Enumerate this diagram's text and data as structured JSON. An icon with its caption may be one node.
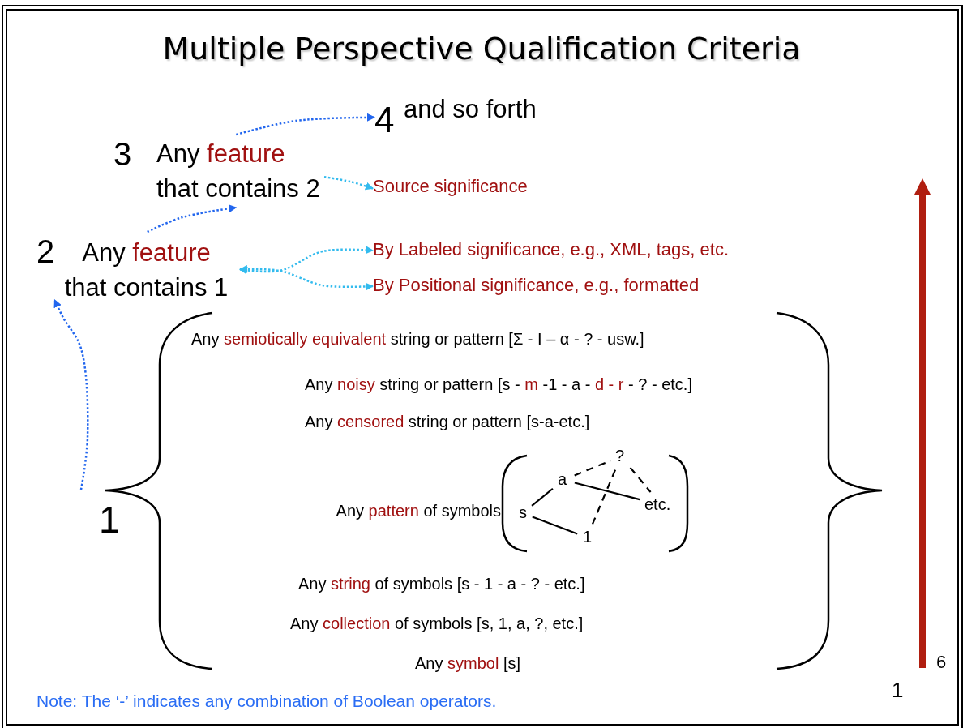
{
  "diagram": {
    "title": "Multiple Perspective Qualification Criteria",
    "nodes": [
      {
        "text": [
          "4",
          "and so forth"
        ]
      },
      {
        "text": [
          "3",
          "Any **feature** that contains 2"
        ]
      },
      {
        "text": [
          "Source significance"
        ]
      },
      {
        "text": [
          "2",
          "Any **feature** that contains 1"
        ]
      },
      {
        "text": [
          "By Labeled significance, e.g., XML, tags, etc."
        ]
      },
      {
        "text": [
          "By Positional significance, e.g., formatted"
        ]
      },
      {
        "text": [
          "1"
        ]
      },
      {
        "text": [
          "?"
        ],
        "in": 6
      },
      {
        "text": [
          "a"
        ],
        "in": 6
      },
      {
        "text": [
          "etc."
        ],
        "in": 6
      },
      {
        "text": [
          "s"
        ],
        "in": 6
      },
      {
        "text": [
          "1"
        ],
        "in": 6
      }
    ],
    "edges": [
      {
        "from": 1,
        "to": 0,
        "arrow": "to",
        "style": "dashed",
        "color": "#2266ee"
      },
      {
        "from": 1,
        "to": 2,
        "arrow": "to",
        "style": "dashed",
        "color": "#33bbee"
      },
      {
        "from": 3,
        "to": 1,
        "arrow": "to",
        "style": "dashed",
        "color": "#2266ee"
      },
      {
        "from": 3,
        "to": 4,
        "arrow": "both",
        "style": "dashed",
        "color": "#33bbee"
      },
      {
        "from": 3,
        "to": 5,
        "arrow": "both",
        "style": "dashed",
        "color": "#33bbee"
      },
      {
        "from": 6,
        "to": 3,
        "arrow": "to",
        "style": "dashed",
        "color": "#2266ee"
      },
      {
        "from": 10,
        "to": 8,
        "arrow": "none"
      },
      {
        "from": 10,
        "to": 11,
        "arrow": "none"
      },
      {
        "from": 8,
        "to": 7,
        "arrow": "none",
        "style": "dashed"
      },
      {
        "from": 8,
        "to": 9,
        "arrow": "none"
      },
      {
        "from": 7,
        "to": 11,
        "arrow": "none",
        "style": "dashed"
      },
      {
        "from": 7,
        "to": 9,
        "arrow": "none",
        "style": "dashed"
      }
    ],
    "labels": [
      "Any **semiotically equivalent** string or pattern [Σ - I – α - ? - usw.]",
      "Any **noisy** string or pattern [s - **m** -1 - a - **d - r** - ? - etc.]",
      "Any **censored** string or pattern [s-a-etc.]",
      "Any **pattern** of symbols",
      "Any **string** of symbols [s - 1 - a - ? - etc.]",
      "Any **collection** of symbols [s, 1, a, ?, etc.]",
      "Any **symbol** [s]",
      "6",
      "Note: The ‘-’ indicates any combination of Boolean operators.",
      "1"
    ]
  }
}
